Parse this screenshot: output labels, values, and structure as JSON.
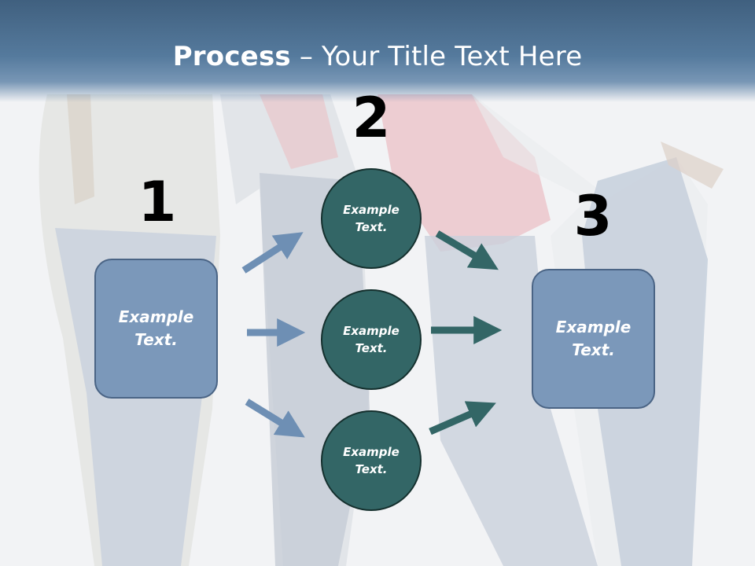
{
  "title": {
    "bold": "Process",
    "rest": " – Your Title Text Here"
  },
  "steps": [
    {
      "number": "1",
      "text": "Example\nText."
    },
    {
      "number": "2",
      "circles": [
        "Example\nText.",
        "Example\nText.",
        "Example\nText."
      ]
    },
    {
      "number": "3",
      "text": "Example\nText."
    }
  ],
  "colors": {
    "title_bar": "#4a6b8c",
    "box": "#7b98ba",
    "circle": "#336666",
    "arrow_in": "#6e8fb4",
    "arrow_out": "#336666"
  }
}
